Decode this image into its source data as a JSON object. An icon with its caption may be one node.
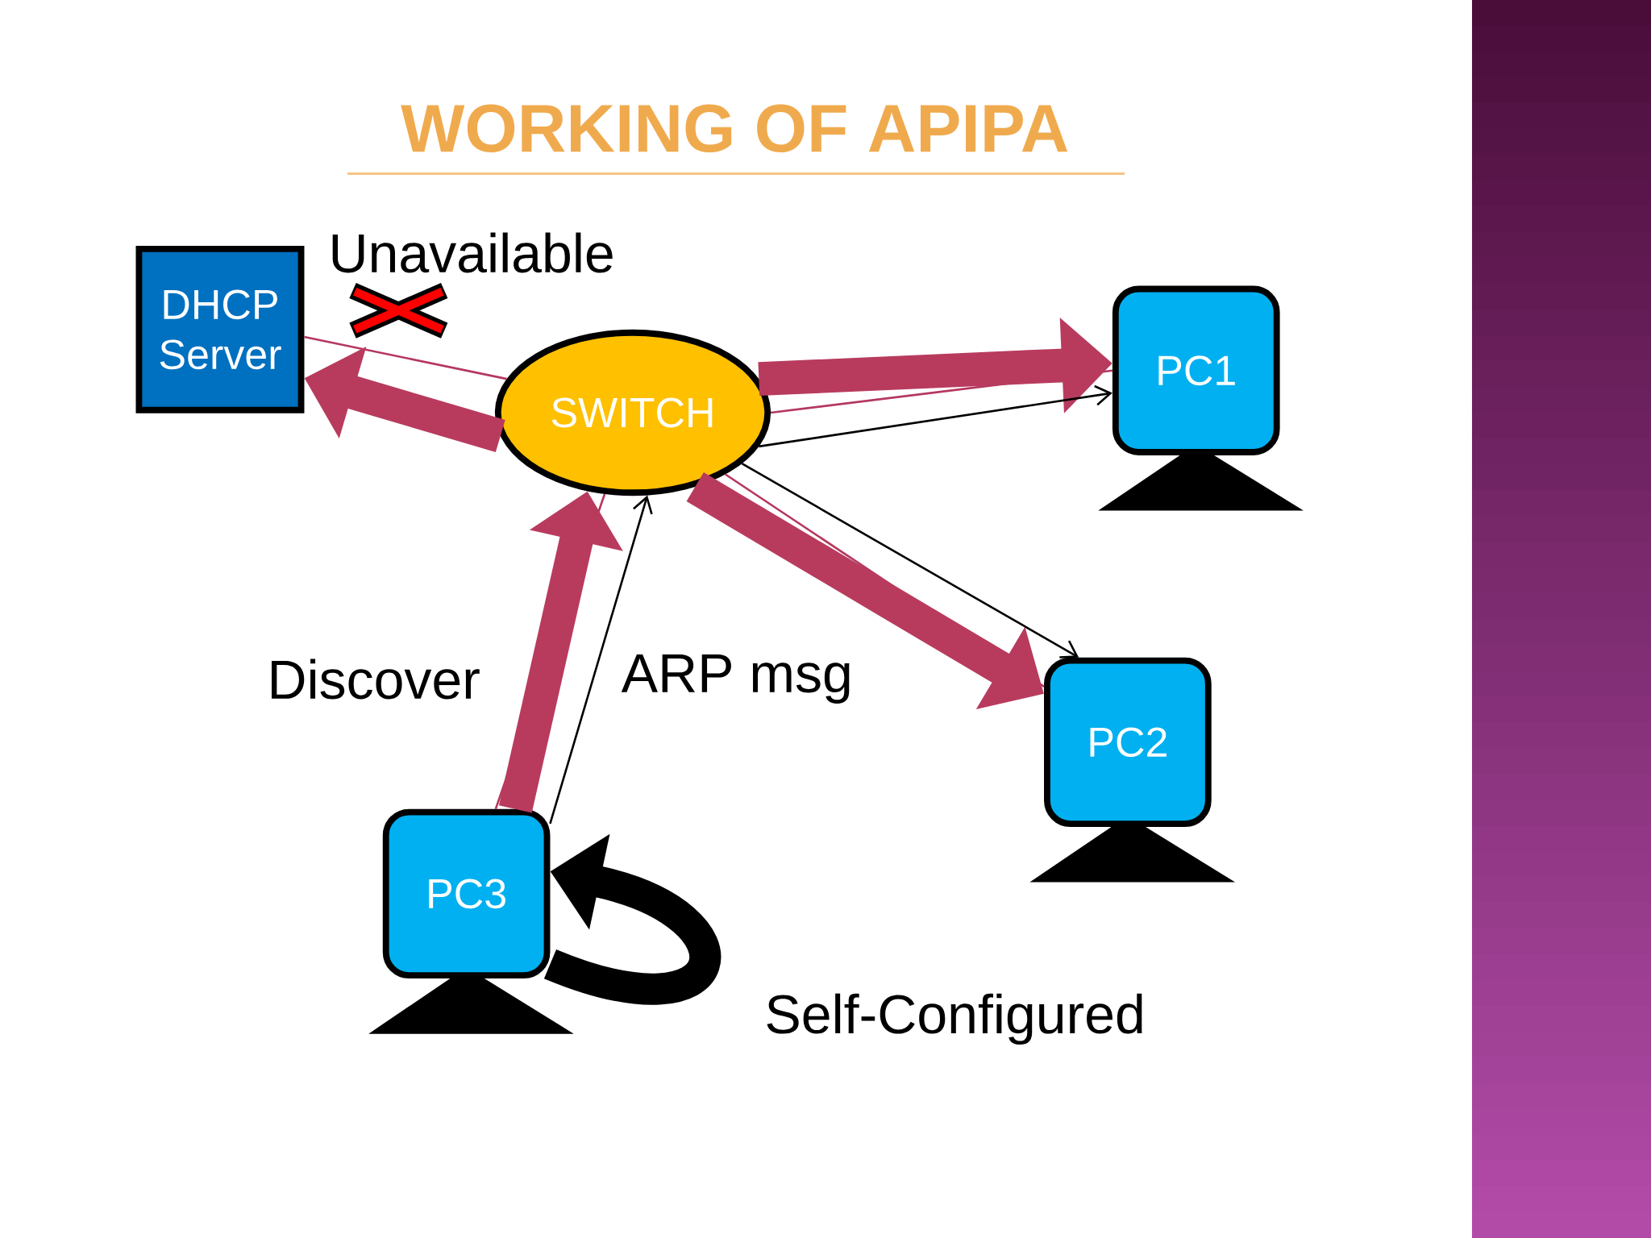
{
  "diagram": {
    "title": "WORKING OF APIPA",
    "nodes": [
      {
        "text": [
          "DHCP Server"
        ]
      },
      {
        "text": [
          "SWITCH"
        ]
      },
      {
        "text": [
          "PC1"
        ]
      },
      {
        "text": [
          "PC2"
        ]
      },
      {
        "text": [
          "PC3"
        ]
      }
    ],
    "edges": [
      {
        "from": 1,
        "to": 0,
        "arrow": "none",
        "color": "#b5375f"
      },
      {
        "from": 1,
        "to": 2,
        "arrow": "none",
        "color": "#b5375f"
      },
      {
        "from": 1,
        "to": 3,
        "arrow": "none",
        "color": "#b5375f"
      },
      {
        "from": 1,
        "to": 4,
        "arrow": "none",
        "color": "#b5375f"
      },
      {
        "from": 1,
        "to": 0,
        "arrow": "to",
        "style": "thick",
        "color": "#b83b5e"
      },
      {
        "from": 1,
        "to": 2,
        "arrow": "to",
        "style": "thick",
        "color": "#b83b5e"
      },
      {
        "from": 1,
        "to": 3,
        "arrow": "to",
        "style": "thick",
        "color": "#b83b5e"
      },
      {
        "from": 4,
        "to": 1,
        "arrow": "to",
        "style": "thick",
        "color": "#b83b5e",
        "label": "Discover"
      },
      {
        "from": 1,
        "to": 2,
        "arrow": "to",
        "color": "#000000"
      },
      {
        "from": 1,
        "to": 3,
        "arrow": "to",
        "color": "#000000"
      },
      {
        "from": 4,
        "to": 1,
        "arrow": "to",
        "color": "#000000",
        "label": "ARP msg"
      },
      {
        "from": 4,
        "to": 4,
        "arrow": "to",
        "style": "thick",
        "color": "#000000",
        "label": "Self-Configured"
      }
    ],
    "labels": [
      "Unavailable"
    ]
  }
}
